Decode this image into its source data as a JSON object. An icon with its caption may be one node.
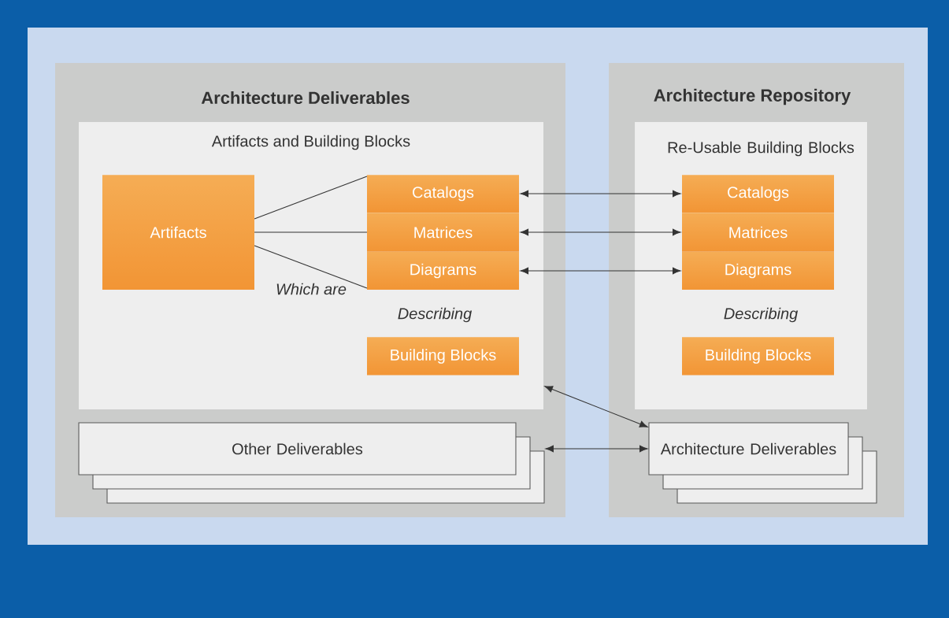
{
  "diagram": {
    "nodes": [
      {
        "text": [
          "Architecture Deliverables"
        ]
      },
      {
        "text": [
          "Artifacts and Building Blocks"
        ],
        "in": 0
      },
      {
        "text": [
          "Artifacts"
        ],
        "in": 1
      },
      {
        "text": [
          "Catalogs"
        ],
        "in": 1
      },
      {
        "text": [
          "Matrices"
        ],
        "in": 1
      },
      {
        "text": [
          "Diagrams"
        ],
        "in": 1
      },
      {
        "text": [
          "Building Blocks"
        ],
        "in": 1
      },
      {
        "text": [
          "Other Deliverables"
        ],
        "in": 0
      },
      {
        "text": [
          "Architecture Repository"
        ]
      },
      {
        "text": [
          "Re-Usable Building Blocks"
        ],
        "in": 8
      },
      {
        "text": [
          "Catalogs"
        ],
        "in": 9
      },
      {
        "text": [
          "Matrices"
        ],
        "in": 9
      },
      {
        "text": [
          "Diagrams"
        ],
        "in": 9
      },
      {
        "text": [
          "Building Blocks"
        ],
        "in": 9
      },
      {
        "text": [
          "Architecture Deliverables"
        ],
        "in": 8
      }
    ],
    "edges": [
      {
        "from": 2,
        "to": 3,
        "arrow": "none"
      },
      {
        "from": 2,
        "to": 4,
        "arrow": "none"
      },
      {
        "from": 2,
        "to": 5,
        "arrow": "none"
      },
      {
        "from": 3,
        "to": 10,
        "arrow": "both"
      },
      {
        "from": 4,
        "to": 11,
        "arrow": "both"
      },
      {
        "from": 5,
        "to": 12,
        "arrow": "both"
      },
      {
        "from": 1,
        "to": 14,
        "arrow": "both"
      },
      {
        "from": 7,
        "to": 14,
        "arrow": "both"
      }
    ],
    "labels": [
      "Which are",
      "Describing",
      "Describing"
    ]
  }
}
